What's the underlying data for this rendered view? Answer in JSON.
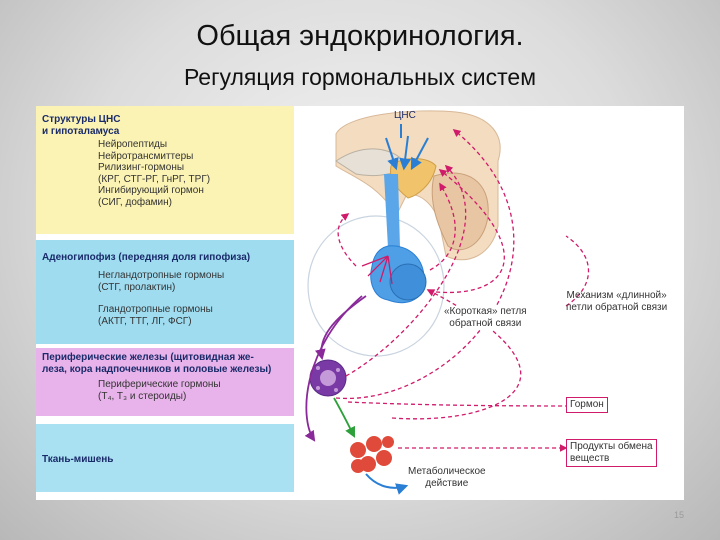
{
  "title": "Общая эндокринология.",
  "subtitle": "Регуляция гормональных систем",
  "page_number": "15",
  "colors": {
    "cns_band": "#fbf3b4",
    "adeno_band": "#9fdcf0",
    "periph_band": "#e8b3ea",
    "target_band": "#a9e1f2",
    "arrow_pink": "#d01a6a",
    "arrow_blue": "#2a7fd4",
    "arrow_purple": "#8a2a9a",
    "arrow_green": "#2da03a",
    "cell_red": "#e04a3a"
  },
  "bands": {
    "cns": {
      "header": [
        "Структуры ЦНС",
        "и гипоталамуса"
      ],
      "items": [
        "Нейропептиды",
        "Нейротрансмиттеры",
        "Рилизинг-гормоны",
        "(КРГ, СТГ-РГ, ГнРГ, ТРГ)",
        "Ингибирующий гормон",
        "(СИГ, дофамин)"
      ]
    },
    "adeno": {
      "header": "Аденогипофиз (передняя доля гипофиза)",
      "group1": [
        "Негландотропные гормоны",
        "(СТГ, пролактин)"
      ],
      "group2": [
        "Гландотропные гормоны",
        "(АКТГ, ТТГ, ЛГ, ФСГ)"
      ]
    },
    "periph": {
      "header": [
        "Периферические железы (щитовидная же-",
        "леза, кора надпочечников и половые железы)"
      ],
      "items": [
        "Периферические гормоны",
        "(T₄, T₃ и стероиды)"
      ]
    },
    "target": {
      "header": "Ткань-мишень"
    }
  },
  "annotations": {
    "cns": "ЦНС",
    "short_loop": [
      "«Короткая» петля",
      "обратной связи"
    ],
    "long_loop": [
      "Механизм «длинной»",
      "петли обратной связи"
    ],
    "hormone": "Гормон",
    "products": [
      "Продукты обмена",
      "веществ"
    ],
    "metabolic": [
      "Метаболическое",
      "действие"
    ]
  }
}
